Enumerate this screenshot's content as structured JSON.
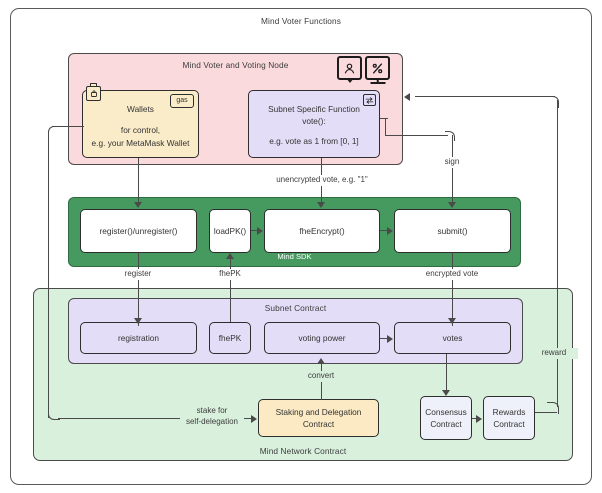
{
  "diagram": {
    "outer_title": "Mind Voter Functions",
    "voter_node": {
      "title": "Mind Voter and Voting Node",
      "icons": [
        "user-speech-bubble-icon",
        "percent-monitor-icon"
      ],
      "wallets": {
        "corner_icon": "lock-icon",
        "badge": "gas",
        "title": "Wallets",
        "line1": "for control,",
        "line2": "e.g. your MetaMask Wallet"
      },
      "subnet_function": {
        "badge_icon": "swap-arrows-icon",
        "line1": "Subnet Specific Function",
        "line2": "vote():",
        "line3": "e.g. vote as 1 from [0, 1]"
      }
    },
    "sdk": {
      "caption": "Mind SDK",
      "nodes": [
        {
          "label": "register()/unregister()"
        },
        {
          "label": "loadPK()"
        },
        {
          "label": "fheEncrypt()"
        },
        {
          "label": "submit()"
        }
      ]
    },
    "network_contract": {
      "caption": "Mind Network Contract",
      "subnet_contract": {
        "title": "Subnet Contract",
        "nodes": [
          {
            "label": "registration"
          },
          {
            "label": "fhePK"
          },
          {
            "label": "voting power"
          },
          {
            "label": "votes"
          }
        ]
      },
      "staking": {
        "label": "Staking and Delegation Contract"
      },
      "consensus": {
        "line1": "Consensus",
        "line2": "Contract"
      },
      "rewards": {
        "line1": "Rewards",
        "line2": "Contract"
      }
    },
    "edges": {
      "unencrypted_vote": "unencrypted vote, e.g. \"1\"",
      "sign": "sign",
      "register": "register",
      "fhepk": "fhePK",
      "encrypted_vote": "encrypted vote",
      "convert": "convert",
      "stake_line1": "stake for",
      "stake_line2": "self-delegation",
      "reward": "reward"
    }
  },
  "colors": {
    "voter_node_bg": "#fadadd",
    "sdk_bg": "#479a5f",
    "network_bg": "#d9f0dd",
    "subnet_bg": "#e4ddf7",
    "wallet_bg": "#fbecc9",
    "staking_bg": "#fbeac4",
    "contract_bg": "#eef1fa",
    "stroke": "#4a4a4a"
  }
}
